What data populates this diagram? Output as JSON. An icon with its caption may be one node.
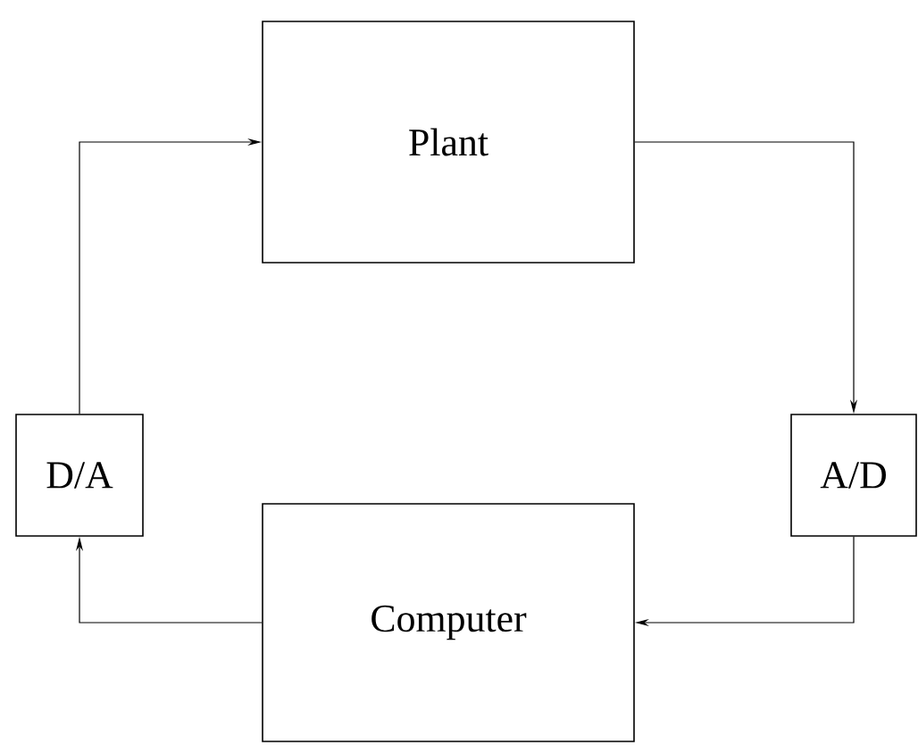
{
  "diagram": {
    "nodes": [
      {
        "text": [
          "Plant"
        ]
      },
      {
        "text": [
          "D/A"
        ]
      },
      {
        "text": [
          "A/D"
        ]
      },
      {
        "text": [
          "Computer"
        ]
      }
    ],
    "edges": [
      {
        "from": 1,
        "to": 0,
        "arrow": "to"
      },
      {
        "from": 0,
        "to": 2,
        "arrow": "to"
      },
      {
        "from": 2,
        "to": 3,
        "arrow": "to"
      },
      {
        "from": 3,
        "to": 1,
        "arrow": "to"
      }
    ]
  }
}
